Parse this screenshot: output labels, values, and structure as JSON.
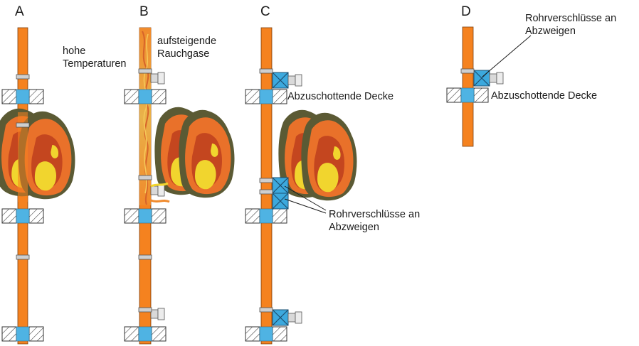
{
  "panels": {
    "a": {
      "letter": "A"
    },
    "b": {
      "letter": "B"
    },
    "c": {
      "letter": "C"
    },
    "d": {
      "letter": "D"
    }
  },
  "labels": {
    "hohe_line1": "hohe",
    "hohe_line2": "Temperaturen",
    "rauch_line1": "aufsteigende",
    "rauch_line2": "Rauchgase",
    "decke_c": "Abzuschottende Decke",
    "decke_d": "Abzuschottende Decke",
    "rohr_c_line1": "Rohrverschlüsse an",
    "rohr_c_line2": "Abzweigen",
    "rohr_d_line1": "Rohrverschlüsse an",
    "rohr_d_line2": "Abzweigen"
  },
  "colors": {
    "pipe": "#F5821F",
    "seal": "#4FB3E3",
    "closure_box": "#3CA9DE",
    "smoke": "#E9A13B",
    "fire_dark": "#5B5A34",
    "fire_orange": "#E9712A",
    "fire_deep": "#C4461F",
    "fire_yellow": "#F1D52E",
    "ceiling_hatch": "#444444"
  }
}
